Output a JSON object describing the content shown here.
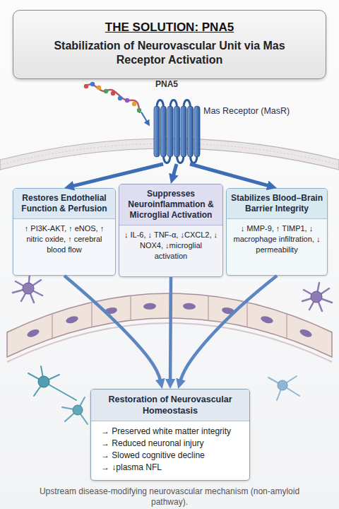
{
  "diagram": {
    "caption": "Upstream disease-modifying neurovascular mechanism (non-amyloid pathway).",
    "nodes": [
      {
        "text": [
          "THE SOLUTION: PNA5",
          "Stabilization of Neurovascular Unit via Mas Receptor Activation"
        ]
      },
      {
        "text": [
          "PNA5"
        ]
      },
      {
        "text": [
          "Mas Receptor (MasR)"
        ]
      },
      {
        "text": [
          "Restores Endothelial Function & Perfusion",
          "↑ PI3K-AKT, ↑ eNOS, ↑ nitric oxide, ↑ cerebral blood flow"
        ]
      },
      {
        "text": [
          "Suppresses Neuroinflammation & Microglial Activation",
          "↓ IL-6, ↓ TNF-α, ↓CXCL2, ↓ NOX4, ↓microglial activation"
        ]
      },
      {
        "text": [
          "Stabilizes Blood–Brain Barrier Integrity",
          "↓ MMP-9, ↑ TIMP1, ↓ macrophage infiltration, ↓ permeability"
        ]
      },
      {
        "text": [
          "Restoration of Neurovascular Homeostasis",
          "→ Preserved white matter integrity",
          "→ Reduced neuronal injury",
          "→ Slowed cognitive decline",
          "→ ↓plasma NFL"
        ]
      }
    ],
    "edges": [
      {
        "from": 1,
        "to": 2,
        "arrow": "to"
      },
      {
        "from": 2,
        "to": 3,
        "arrow": "to"
      },
      {
        "from": 2,
        "to": 4,
        "arrow": "to"
      },
      {
        "from": 2,
        "to": 5,
        "arrow": "to"
      },
      {
        "from": 3,
        "to": 6,
        "arrow": "to"
      },
      {
        "from": 4,
        "to": 6,
        "arrow": "to"
      },
      {
        "from": 5,
        "to": 6,
        "arrow": "to"
      }
    ]
  }
}
